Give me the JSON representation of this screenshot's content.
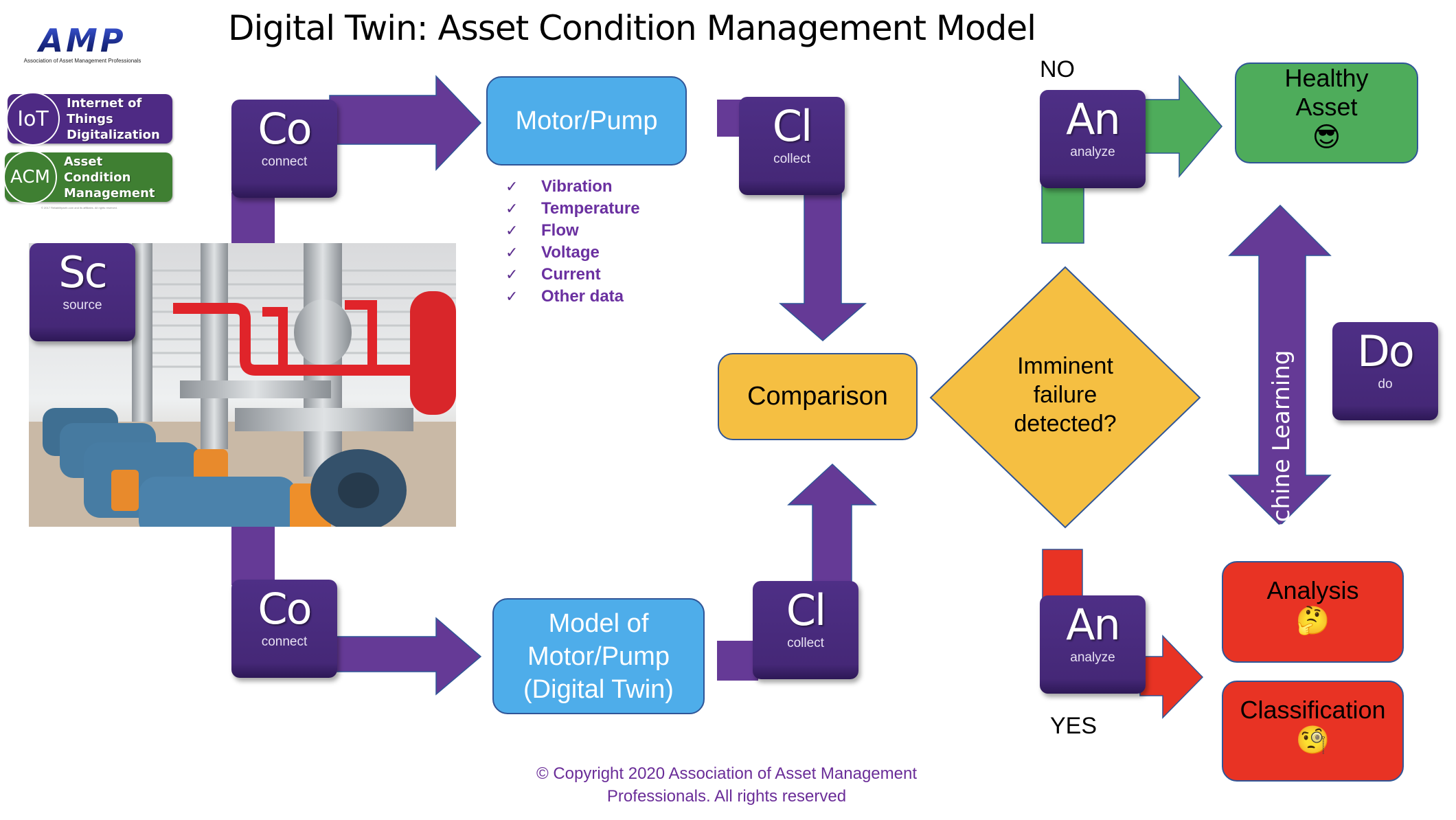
{
  "title": "Digital Twin: Asset Condition Management Model",
  "logo": {
    "letters": "AMP",
    "subtitle": "Association of Asset Management Professionals"
  },
  "badges": {
    "iot": {
      "abbr": "IoT",
      "line1": "Internet of Things",
      "line2": "Digitalization",
      "color": "#4e2a84"
    },
    "acm": {
      "abbr": "ACM",
      "line1": "Asset Condition",
      "line2": "Management",
      "color": "#3f7f32"
    },
    "fine_print": "© 2017 Reliabilityweb.com and its affiliates. All rights reserved."
  },
  "tiles": {
    "source": {
      "symbol": "Sc",
      "word": "source"
    },
    "connect_top": {
      "symbol": "Co",
      "word": "connect"
    },
    "connect_bottom": {
      "symbol": "Co",
      "word": "connect"
    },
    "collect_top": {
      "symbol": "Cl",
      "word": "collect"
    },
    "collect_bottom": {
      "symbol": "Cl",
      "word": "collect"
    },
    "analyze_top": {
      "symbol": "An",
      "word": "analyze"
    },
    "analyze_bottom": {
      "symbol": "An",
      "word": "analyze"
    },
    "do": {
      "symbol": "Do",
      "word": "do"
    }
  },
  "photo": {
    "alt": "Industrial pump room with blue motors, orange couplings, steel and red pipes"
  },
  "motor_pump": {
    "label": "Motor/Pump"
  },
  "checklist": {
    "check_glyph": "✓",
    "items": [
      "Vibration",
      "Temperature",
      "Flow",
      "Voltage",
      "Current",
      "Other data"
    ]
  },
  "model": {
    "line1": "Model of",
    "line2": "Motor/Pump",
    "line3": "(Digital Twin)"
  },
  "comparison": {
    "label": "Comparison"
  },
  "decision": {
    "line1": "Imminent",
    "line2": "failure",
    "line3": "detected?"
  },
  "branches": {
    "no": "NO",
    "yes": "YES"
  },
  "healthy": {
    "line1": "Healthy",
    "line2": "Asset",
    "emoji": "😎"
  },
  "analysis": {
    "label": "Analysis",
    "emoji": "🤔"
  },
  "classification": {
    "label": "Classification",
    "emoji": "🧐"
  },
  "machine_learning": {
    "label": "Machine Learning"
  },
  "colors": {
    "purple": "#653a96",
    "tile": "#472a7c",
    "blue": "#4eadea",
    "yellow": "#f5bf42",
    "green": "#4eac5b",
    "red": "#e83324",
    "outline": "#2f5597"
  },
  "copyright": {
    "line1": "© Copyright 2020 Association of Asset Management",
    "line2": "Professionals. All rights reserved"
  }
}
